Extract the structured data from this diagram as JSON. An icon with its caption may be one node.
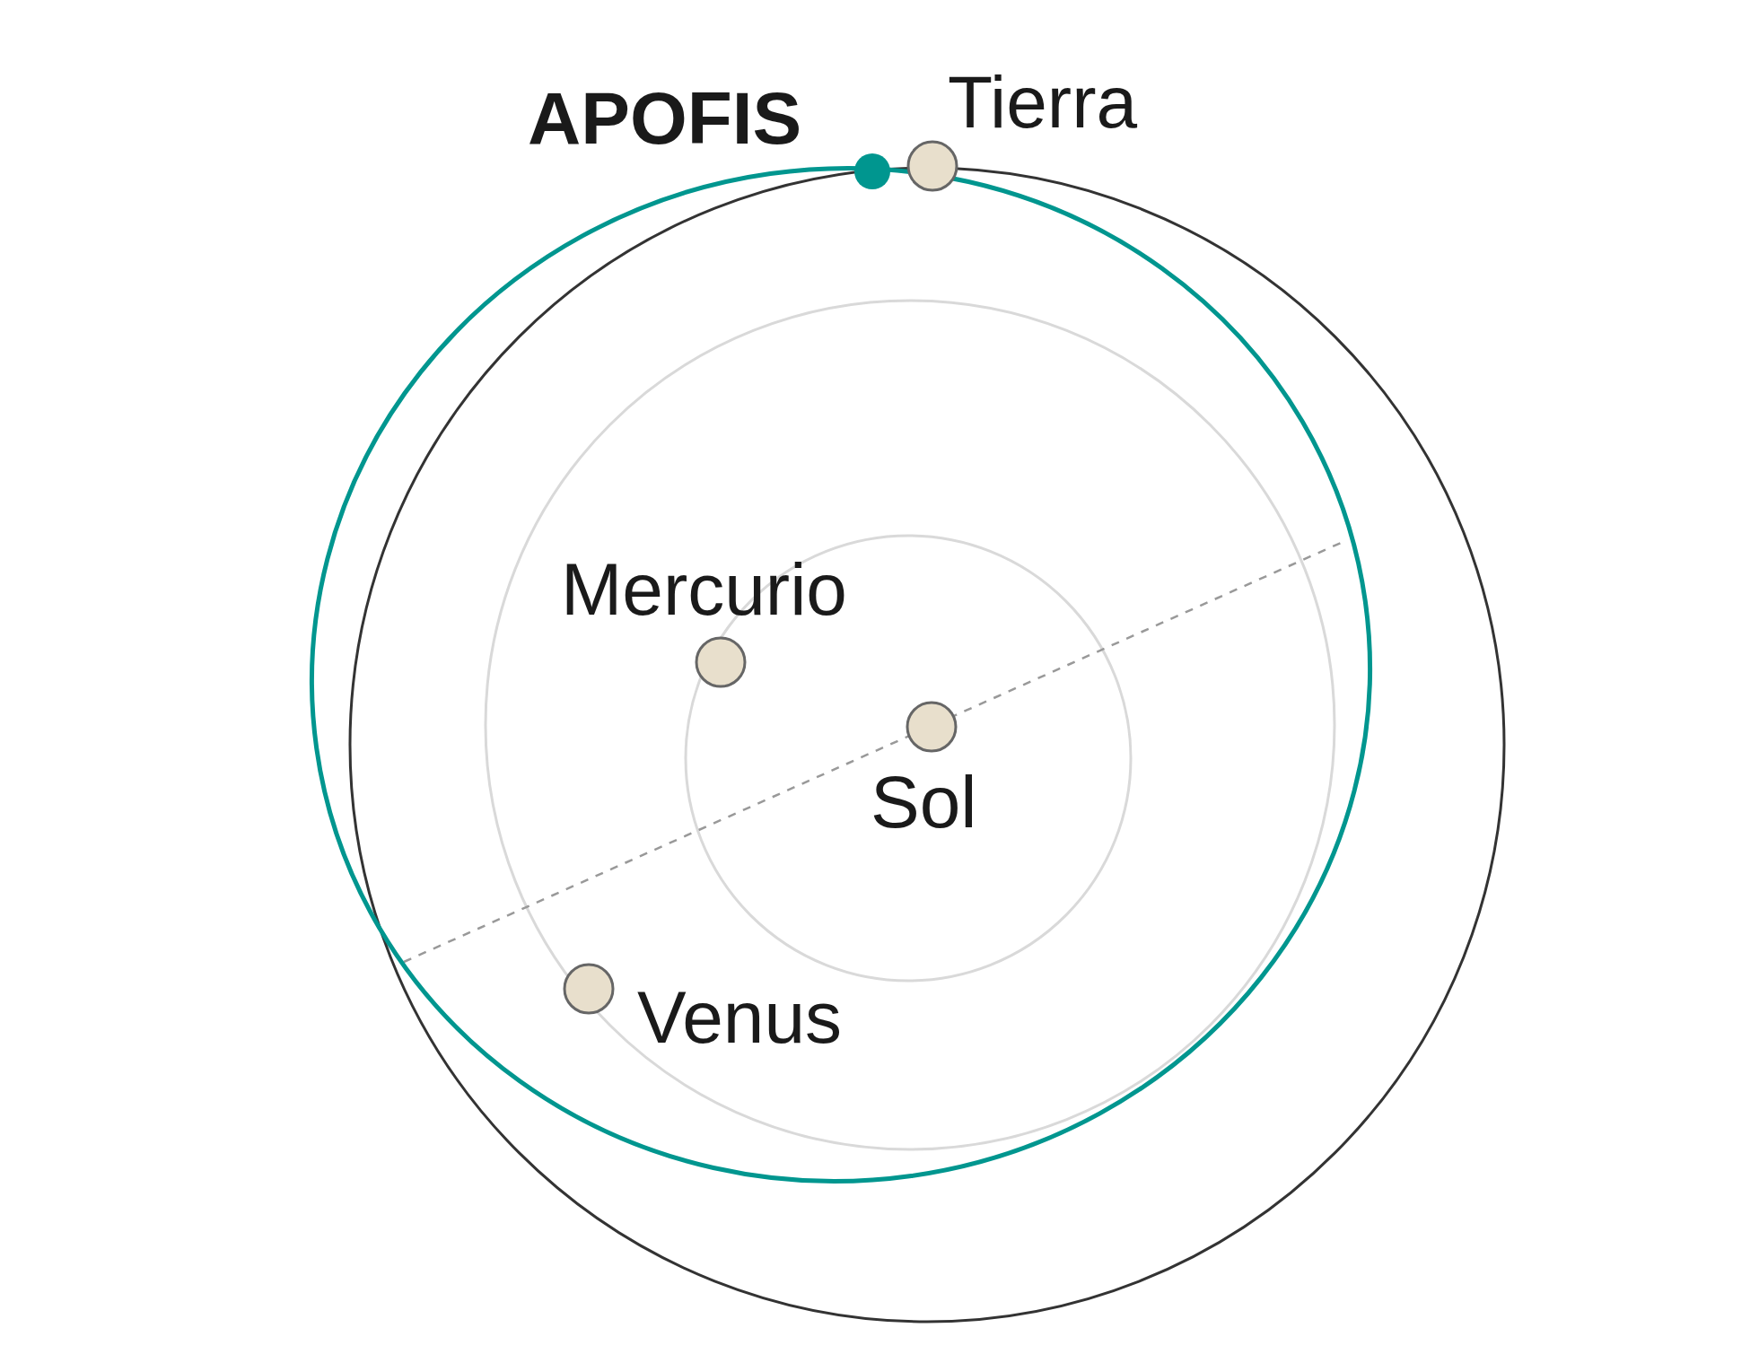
{
  "diagram": {
    "labels": [
      "APOFIS",
      "Tierra",
      "Mercurio",
      "Sol",
      "Venus"
    ]
  }
}
